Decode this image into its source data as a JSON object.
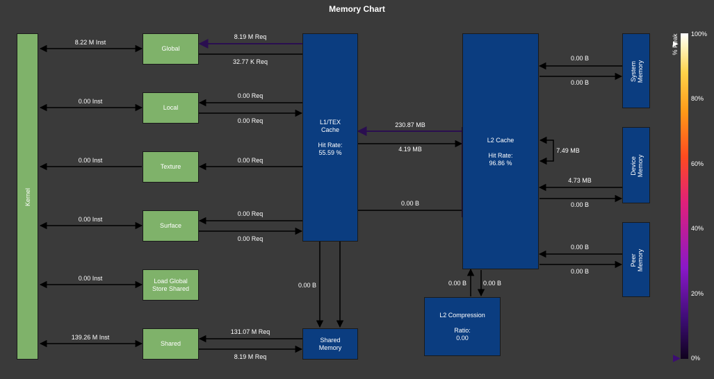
{
  "title": "Memory Chart",
  "kernel": "Kernel",
  "units": {
    "global": "Global",
    "local": "Local",
    "texture": "Texture",
    "surface": "Surface",
    "lgss_line1": "Load Global",
    "lgss_line2": "Store Shared",
    "shared": "Shared"
  },
  "inst": {
    "global": "8.22 M Inst",
    "local": "0.00 Inst",
    "texture": "0.00 Inst",
    "surface": "0.00 Inst",
    "lgss": "0.00 Inst",
    "shared": "139.26 M Inst"
  },
  "req": {
    "global_in": "8.19 M Req",
    "global_out": "32.77 K Req",
    "local_in": "0.00 Req",
    "local_out": "0.00 Req",
    "texture_in": "0.00 Req",
    "surface_in": "0.00 Req",
    "surface_out": "0.00 Req",
    "shared_in": "131.07 M Req",
    "shared_out": "8.19 M Req"
  },
  "l1": {
    "name_line1": "L1/TEX",
    "name_line2": "Cache",
    "hit_label": "Hit Rate:",
    "hit_value": "55.59 %"
  },
  "l2": {
    "name": "L2 Cache",
    "hit_label": "Hit Rate:",
    "hit_value": "96.86 %"
  },
  "links": {
    "l2_to_l1": "230.87 MB",
    "l1_to_l2": "4.19 MB",
    "l2_to_shared": "0.00 B",
    "l1_to_shared": "0.00 B",
    "l2_self": "7.49 MB",
    "sys_in": "0.00 B",
    "sys_out": "0.00 B",
    "dev_in": "4.73 MB",
    "dev_out": "0.00 B",
    "peer_in": "0.00 B",
    "peer_out": "0.00 B",
    "comp_up": "0.00 B",
    "comp_down": "0.00 B"
  },
  "shared_memory": {
    "line1": "Shared",
    "line2": "Memory"
  },
  "system_memory": {
    "line1": "System",
    "line2": "Memory"
  },
  "device_memory": {
    "line1": "Device",
    "line2": "Memory"
  },
  "peer_memory": {
    "line1": "Peer",
    "line2": "Memory"
  },
  "compression": {
    "name": "L2 Compression",
    "ratio_label": "Ratio:",
    "ratio_value": "0.00"
  },
  "scale": {
    "label": "% Peak",
    "ticks": [
      "100%",
      "80%",
      "60%",
      "40%",
      "20%",
      "0%"
    ]
  },
  "colors": {
    "unit_green": "#7fb26a",
    "cache_blue": "#0b3d80",
    "background": "#3a3a3a",
    "hot_link": "#2a0e50"
  }
}
